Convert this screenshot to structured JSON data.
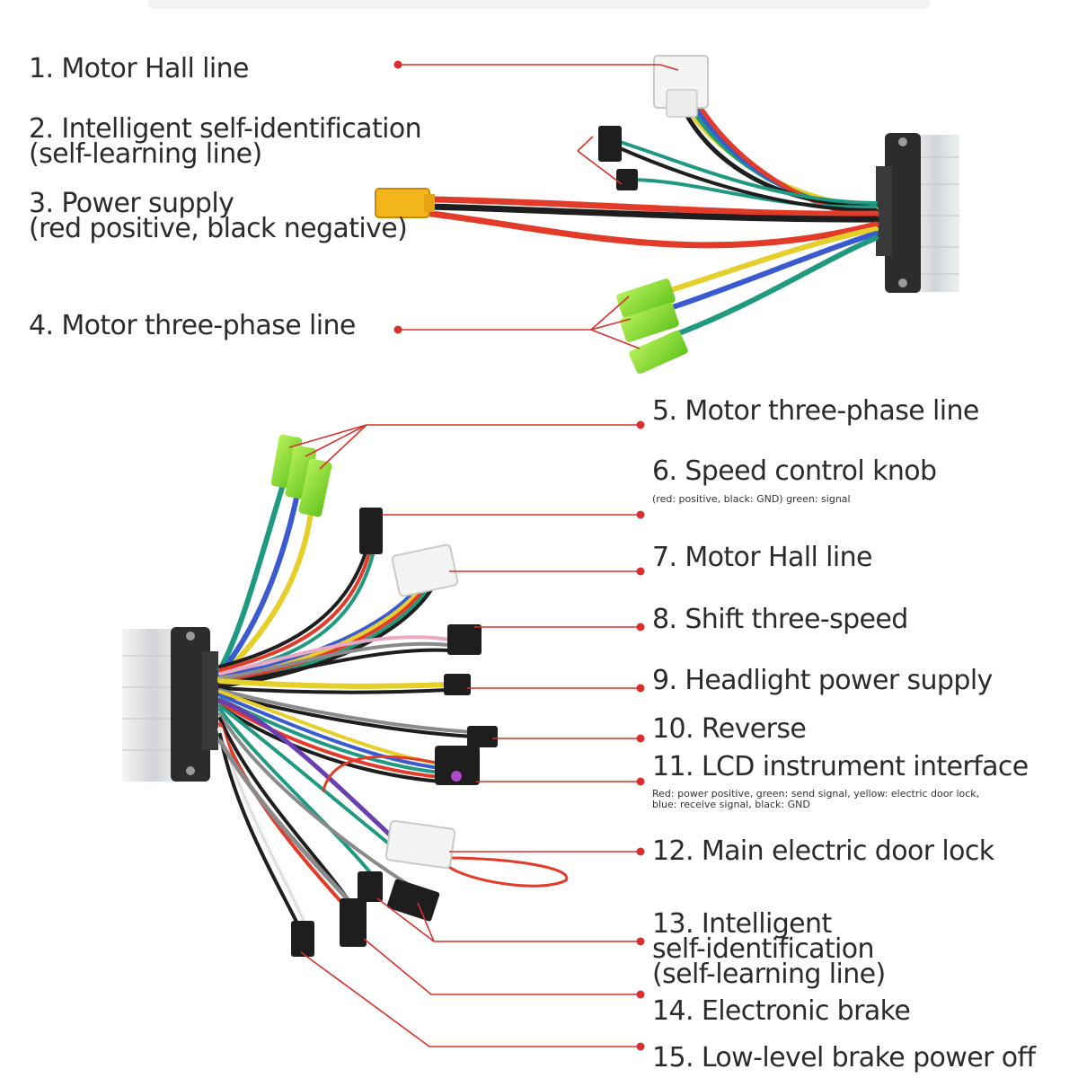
{
  "labels": {
    "l1": "1. Motor Hall line",
    "l2a": "2. Intelligent self-identification",
    "l2b": " (self-learning line)",
    "l3a": "3. Power supply",
    "l3b": "(red positive, black negative)",
    "l4": "4. Motor three-phase line",
    "l5": "5. Motor three-phase line",
    "l6": "6. Speed control knob",
    "l6note": "(red: positive, black: GND) green: signal",
    "l7": "7. Motor Hall line",
    "l8": "8. Shift three-speed",
    "l9": "9. Headlight power supply",
    "l10": "10. Reverse",
    "l11": "11. LCD instrument interface",
    "l11note_a": "Red: power positive, green: send signal, yellow: electric door lock,",
    "l11note_b": "blue: receive signal, black: GND",
    "l12": "12. Main electric door lock",
    "l13a": "13. Intelligent",
    "l13b": "self-identification",
    "l13c": "(self-learning line)",
    "l14": "14. Electronic brake",
    "l15": "15. Low-level brake power off"
  },
  "colors": {
    "leader": "#d8302c",
    "housing": "#d6d8da",
    "housing_dark": "#2b2b2b",
    "wire_red": "#e23b2a",
    "wire_black": "#1e1e1e",
    "wire_green": "#1f9a80",
    "wire_blue": "#3a5bd0",
    "wire_yellow": "#e6cf2a",
    "wire_purple": "#6a3fb0",
    "wire_pink": "#e9a8c4",
    "wire_white": "#f2f2f2",
    "wire_gray": "#8a8a8a",
    "wire_orange": "#e98a2a",
    "connector_green": "#7ed321",
    "connector_yellow": "#f2b51a"
  }
}
